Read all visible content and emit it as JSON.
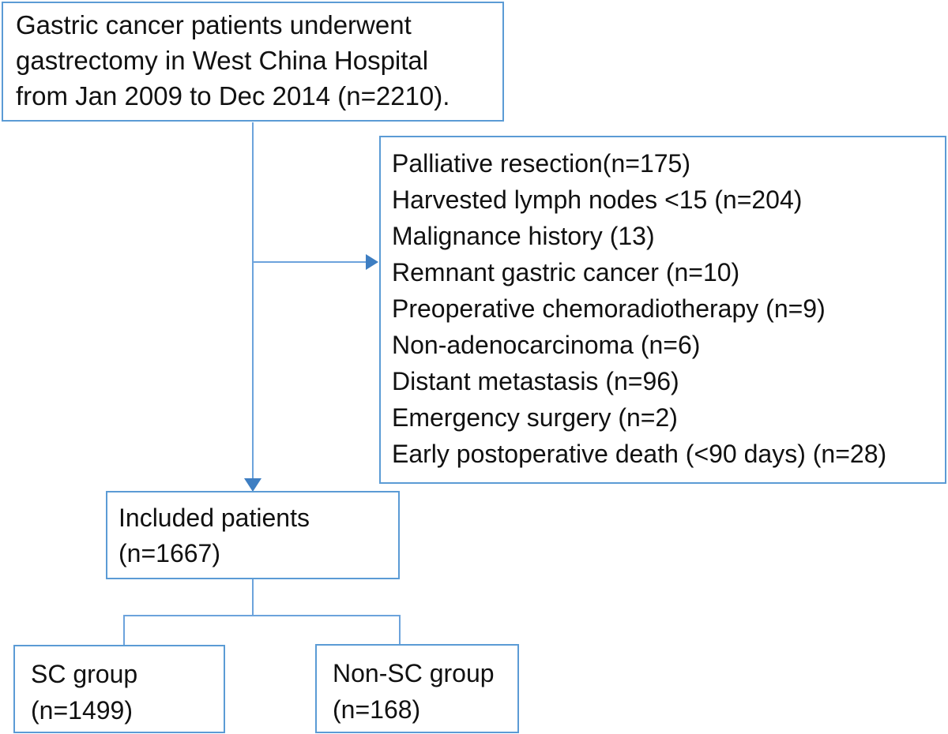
{
  "flowchart": {
    "top_box": {
      "lines": [
        "Gastric cancer patients underwent",
        "gastrectomy in West China Hospital",
        "from Jan 2009 to Dec 2014 (n=2210)."
      ]
    },
    "exclusions_box": {
      "items": [
        "Palliative resection(n=175)",
        "Harvested lymph nodes <15 (n=204)",
        "Malignance history (13)",
        "Remnant gastric cancer (n=10)",
        "Preoperative chemoradiotherapy (n=9)",
        "Non-adenocarcinoma (n=6)",
        "Distant metastasis (n=96)",
        "Emergency surgery (n=2)",
        "Early postoperative death (<90 days) (n=28)"
      ]
    },
    "included_box": {
      "lines": [
        "Included patients",
        "(n=1667)"
      ]
    },
    "sc_box": {
      "lines": [
        "SC group",
        "(n=1499)"
      ]
    },
    "non_sc_box": {
      "lines": [
        "Non-SC group",
        "(n=168)"
      ]
    },
    "colors": {
      "box_border": "#5B9BD5",
      "connector": "#6CA3DC",
      "arrow": "#3E7EC2",
      "text": "#111111",
      "background": "#FFFFFF"
    }
  }
}
